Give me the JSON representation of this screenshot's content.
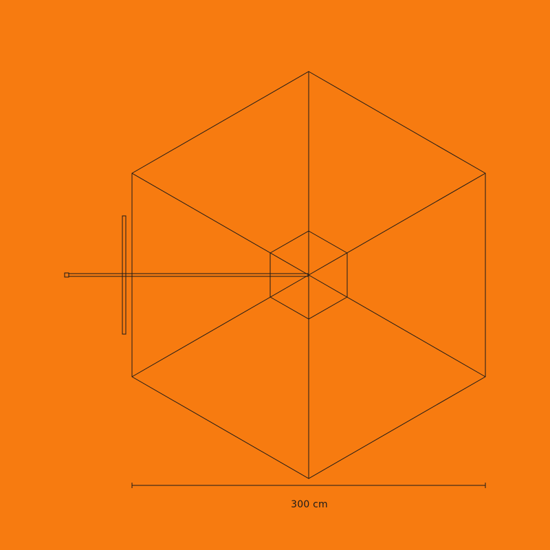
{
  "diagram": {
    "dimension_label": "300 cm"
  },
  "colors": {
    "background": "#F77B10",
    "line": "#1a1a1a"
  },
  "icons": {
    "canopy": "hexagon-umbrella-plan",
    "base": "cross-base"
  }
}
